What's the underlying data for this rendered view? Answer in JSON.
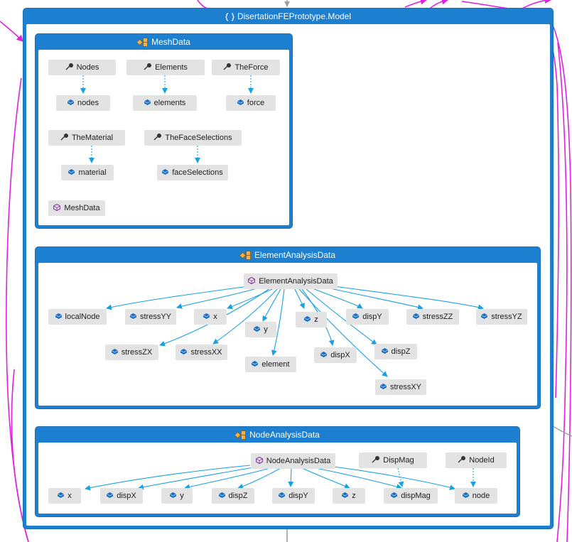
{
  "model": {
    "title": "DisertationFEPrototype.Model",
    "title_icon": "namespace-icon"
  },
  "groups": {
    "mesh": {
      "title": "MeshData",
      "nodes": {
        "nodes_prop": "Nodes",
        "elements_prop": "Elements",
        "theforce_prop": "TheForce",
        "nodes_field": "nodes",
        "elements_field": "elements",
        "force_field": "force",
        "thematerial_prop": "TheMaterial",
        "thefaceselections_prop": "TheFaceSelections",
        "material_field": "material",
        "faceselections_field": "faceSelections",
        "meshdata_class": "MeshData"
      }
    },
    "element": {
      "title": "ElementAnalysisData",
      "nodes": {
        "class": "ElementAnalysisData",
        "localNode": "localNode",
        "stressYY": "stressYY",
        "x": "x",
        "y": "y",
        "z": "z",
        "dispY": "dispY",
        "stressZZ": "stressZZ",
        "stressYZ": "stressYZ",
        "stressZX": "stressZX",
        "stressXX": "stressXX",
        "element": "element",
        "dispX": "dispX",
        "dispZ": "dispZ",
        "stressXY": "stressXY"
      }
    },
    "node": {
      "title": "NodeAnalysisData",
      "nodes": {
        "class": "NodeAnalysisData",
        "DispMag_prop": "DispMag",
        "NodeId_prop": "NodeId",
        "x": "x",
        "dispX": "dispX",
        "y": "y",
        "dispZ": "dispZ",
        "dispY": "dispY",
        "z": "z",
        "dispMag": "dispMag",
        "node": "node"
      }
    }
  },
  "colors": {
    "container_blue": "#1c7fcf",
    "node_grey": "#e3e3e3",
    "edge_cyan": "#1ba1e2",
    "external_edge_magenta": "#e020e0",
    "external_edge_grey": "#a0a0a0"
  }
}
